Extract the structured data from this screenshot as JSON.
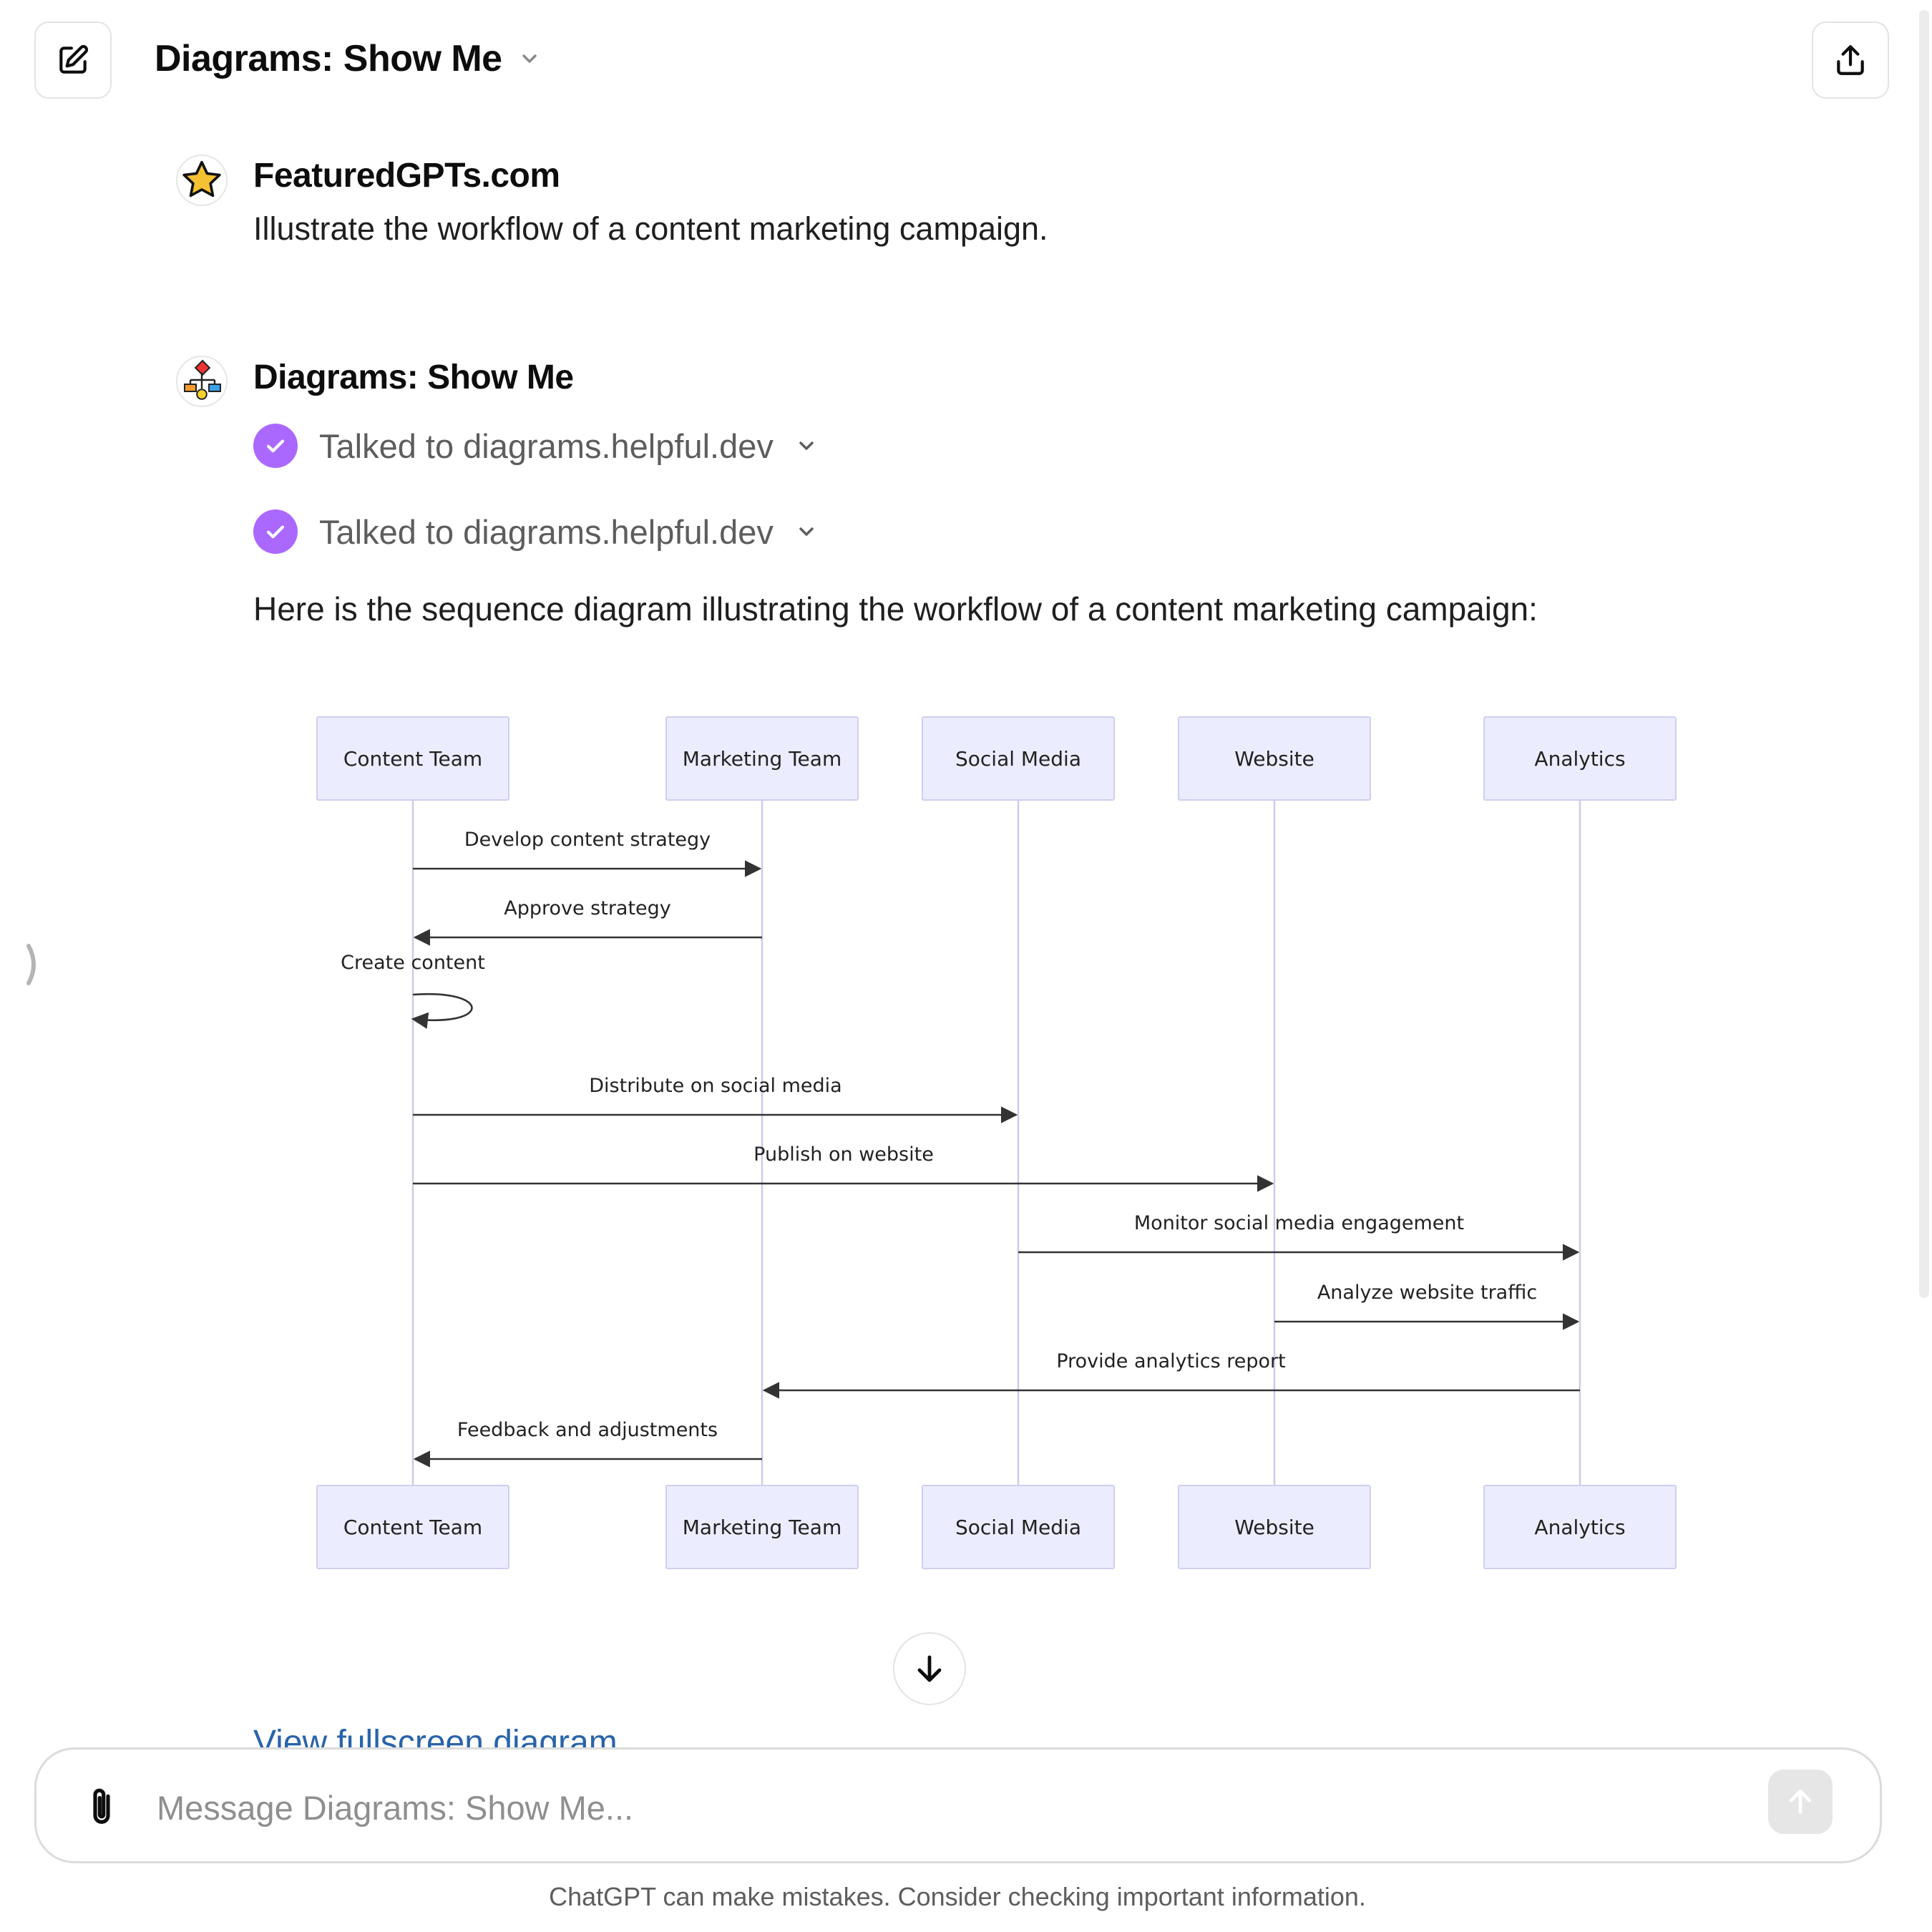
{
  "header": {
    "title": "Diagrams: Show Me",
    "new_chat_icon": "edit-square-icon",
    "share_icon": "share-upload-icon",
    "title_caret_icon": "chevron-down-icon"
  },
  "conversation": {
    "user_message": {
      "sender": "FeaturedGPTs.com",
      "text": "Illustrate the workflow of a content marketing campaign.",
      "avatar_icon": "star-icon"
    },
    "assistant_message": {
      "sender": "Diagrams: Show Me",
      "avatar_icon": "diagram-logo-icon",
      "tool_calls": [
        {
          "label": "Talked to diagrams.helpful.dev"
        },
        {
          "label": "Talked to diagrams.helpful.dev"
        }
      ],
      "text": "Here is the sequence diagram illustrating the workflow of a content marketing campaign:"
    }
  },
  "diagram": {
    "participants": [
      "Content Team",
      "Marketing Team",
      "Social Media",
      "Website",
      "Analytics"
    ],
    "messages": [
      {
        "from": "Content Team",
        "to": "Marketing Team",
        "label": "Develop content strategy"
      },
      {
        "from": "Marketing Team",
        "to": "Content Team",
        "label": "Approve strategy"
      },
      {
        "from": "Content Team",
        "to": "Content Team",
        "label": "Create content"
      },
      {
        "from": "Content Team",
        "to": "Social Media",
        "label": "Distribute on social media"
      },
      {
        "from": "Content Team",
        "to": "Website",
        "label": "Publish on website"
      },
      {
        "from": "Social Media",
        "to": "Analytics",
        "label": "Monitor social media engagement"
      },
      {
        "from": "Website",
        "to": "Analytics",
        "label": "Analyze website traffic"
      },
      {
        "from": "Analytics",
        "to": "Marketing Team",
        "label": "Provide analytics report"
      },
      {
        "from": "Marketing Team",
        "to": "Content Team",
        "label": "Feedback and adjustments"
      }
    ],
    "colors": {
      "actor_fill": "#ececff",
      "actor_stroke": "#cfcff0",
      "lifeline": "#cccce8",
      "arrow": "#333333"
    }
  },
  "links": {
    "view_fullscreen": "View fullscreen diagram"
  },
  "composer": {
    "placeholder": "Message Diagrams: Show Me...",
    "attach_icon": "paperclip-icon",
    "send_icon": "arrow-up-icon"
  },
  "jump_icon": "arrow-down-icon",
  "footer": {
    "note": "ChatGPT can make mistakes. Consider checking important information."
  },
  "theme": {
    "accent_check": "#ab68ff",
    "link": "#2964aa"
  }
}
